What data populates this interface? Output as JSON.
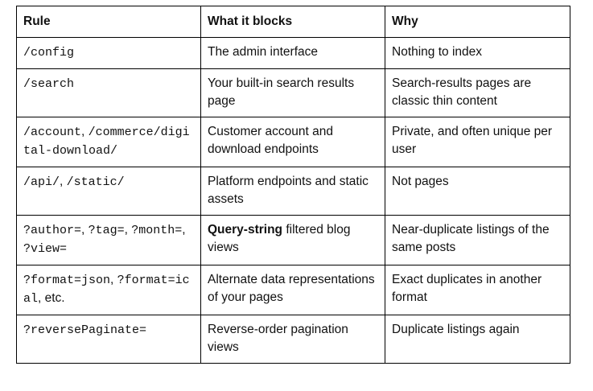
{
  "table": {
    "headers": [
      "Rule",
      "What it blocks",
      "Why"
    ],
    "rows": [
      {
        "rule_parts": [
          {
            "code": "/config"
          }
        ],
        "blocks": "The admin interface",
        "why": "Nothing to index"
      },
      {
        "rule_parts": [
          {
            "code": "/search"
          }
        ],
        "blocks": "Your built-in search results page",
        "why": "Search-results pages are classic thin content"
      },
      {
        "rule_parts": [
          {
            "code": "/account"
          },
          {
            "text": ", "
          },
          {
            "code": "/commerce/digital-download/"
          }
        ],
        "blocks": "Customer account and download endpoints",
        "why": "Private, and often unique per user"
      },
      {
        "rule_parts": [
          {
            "code": "/api/"
          },
          {
            "text": ", "
          },
          {
            "code": "/static/"
          }
        ],
        "blocks": "Platform endpoints and static assets",
        "why": "Not pages"
      },
      {
        "rule_parts": [
          {
            "code": "?author="
          },
          {
            "text": ", "
          },
          {
            "code": "?tag="
          },
          {
            "text": ", "
          },
          {
            "code": "?month="
          },
          {
            "text": ", "
          },
          {
            "code": "?view="
          }
        ],
        "blocks_bold": "Query-string",
        "blocks": " filtered blog views",
        "why": "Near-duplicate listings of the same posts"
      },
      {
        "rule_parts": [
          {
            "code": "?format=json"
          },
          {
            "text": ", "
          },
          {
            "code": "?format=ical"
          },
          {
            "text": ", etc."
          }
        ],
        "blocks": "Alternate data representations of your pages",
        "why": "Exact duplicates in another format"
      },
      {
        "rule_parts": [
          {
            "code": "?reversePaginate="
          }
        ],
        "blocks": "Reverse-order pagination views",
        "why": "Duplicate listings again"
      }
    ]
  }
}
